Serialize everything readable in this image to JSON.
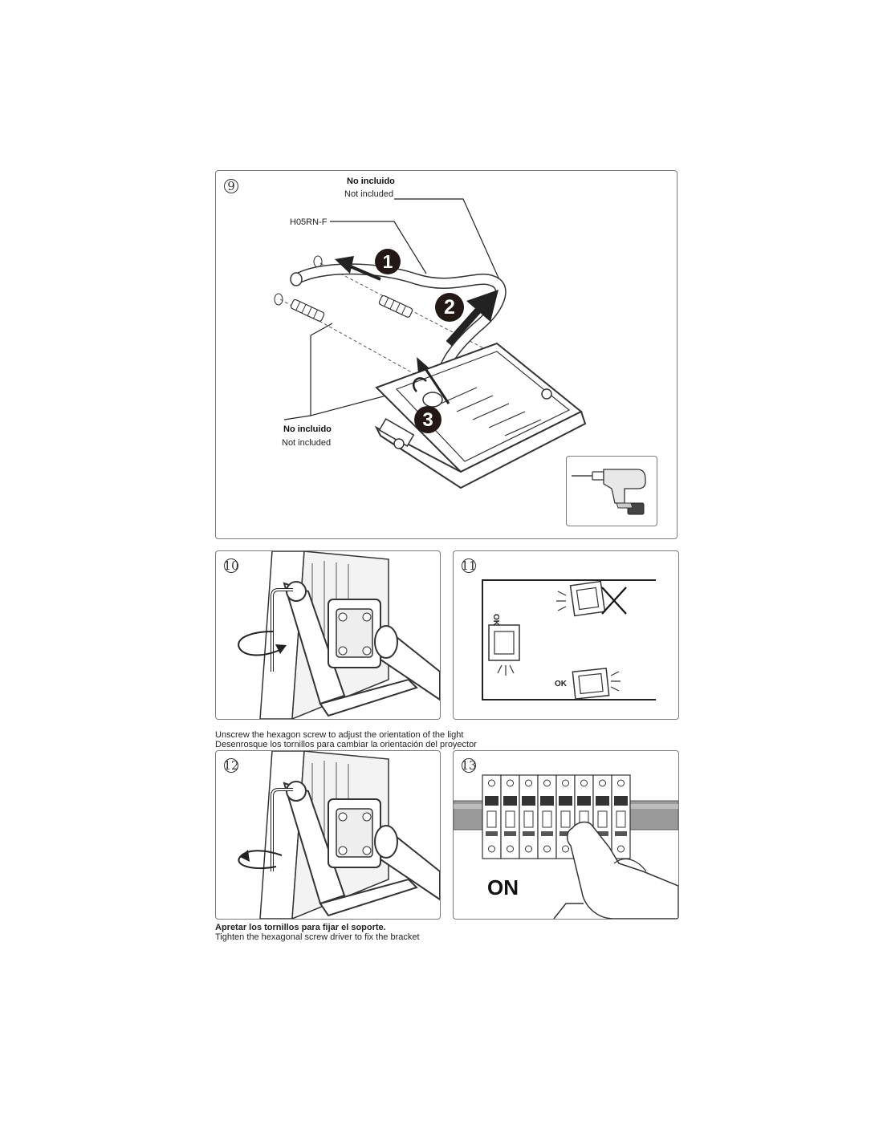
{
  "steps": {
    "s9": {
      "number": "9",
      "not_included_top_es": "No incluido",
      "not_included_top_en": "Not included",
      "cable_label": "H05RN-F",
      "not_included_bottom_es": "No incluido",
      "not_included_bottom_en": "Not included",
      "callouts": [
        "1",
        "2",
        "3"
      ]
    },
    "s10": {
      "number": "10"
    },
    "s11": {
      "number": "11",
      "ok_label": "OK"
    },
    "s12": {
      "number": "12"
    },
    "s13": {
      "number": "13",
      "on_label": "ON"
    }
  },
  "captions": {
    "adjust_en": "Unscrew the hexagon screw to adjust the   orientation of the light",
    "adjust_es": "Desenrosque los tornillos para cambiar la orientación del proyector",
    "fix_es": "Apretar los tornillos para fijar el soporte.",
    "fix_en": "Tighten the hexagonal screw driver to fix the bracket"
  },
  "colors": {
    "ink": "#222222",
    "frame": "#7a7a7a",
    "callout_fill": "#231815"
  }
}
